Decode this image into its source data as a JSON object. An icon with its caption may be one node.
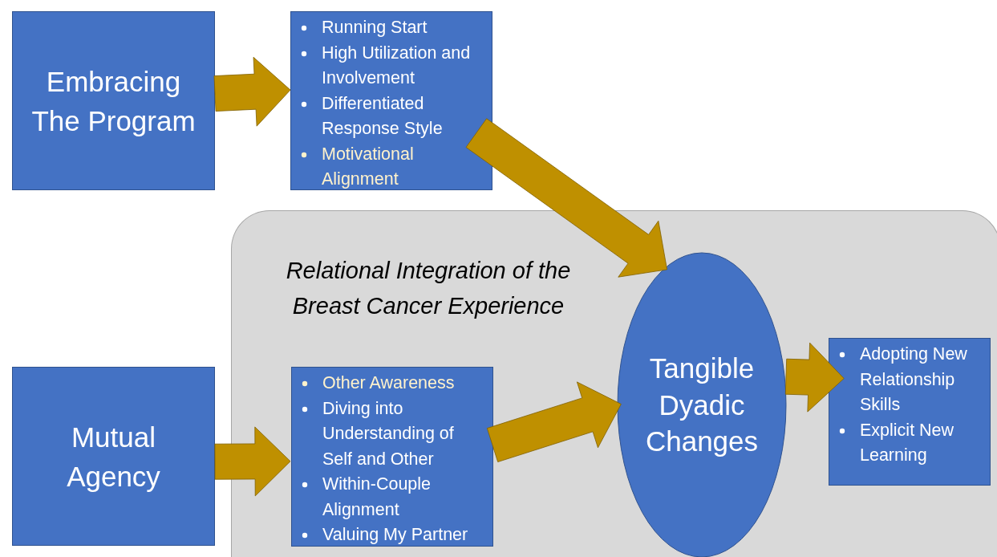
{
  "diagram": {
    "nodes": [
      {
        "text": [
          "Embracing The Program"
        ]
      },
      {
        "text": [
          "Running Start",
          "High Utilization and Involvement",
          "Differentiated Response Style",
          "Motivational Alignment"
        ]
      },
      {
        "text": [
          "Relational Integration of the Breast Cancer Experience"
        ]
      },
      {
        "text": [
          "Mutual Agency"
        ]
      },
      {
        "text": [
          "Other Awareness",
          "Diving into Understanding of Self and Other",
          "Within-Couple Alignment",
          "Valuing My Partner"
        ],
        "in": 2
      },
      {
        "text": [
          "Tangible Dyadic Changes"
        ],
        "in": 2
      },
      {
        "text": [
          "Adopting New Relationship Skills",
          "Explicit New Learning"
        ],
        "in": 2
      }
    ],
    "edges": [
      {
        "from": 0,
        "to": 1,
        "arrow": "to",
        "color": "#bf9000"
      },
      {
        "from": 1,
        "to": 5,
        "arrow": "to",
        "color": "#bf9000"
      },
      {
        "from": 3,
        "to": 4,
        "arrow": "to",
        "color": "#bf9000"
      },
      {
        "from": 4,
        "to": 5,
        "arrow": "to",
        "color": "#bf9000"
      },
      {
        "from": 5,
        "to": 6,
        "arrow": "to",
        "color": "#bf9000"
      }
    ]
  }
}
